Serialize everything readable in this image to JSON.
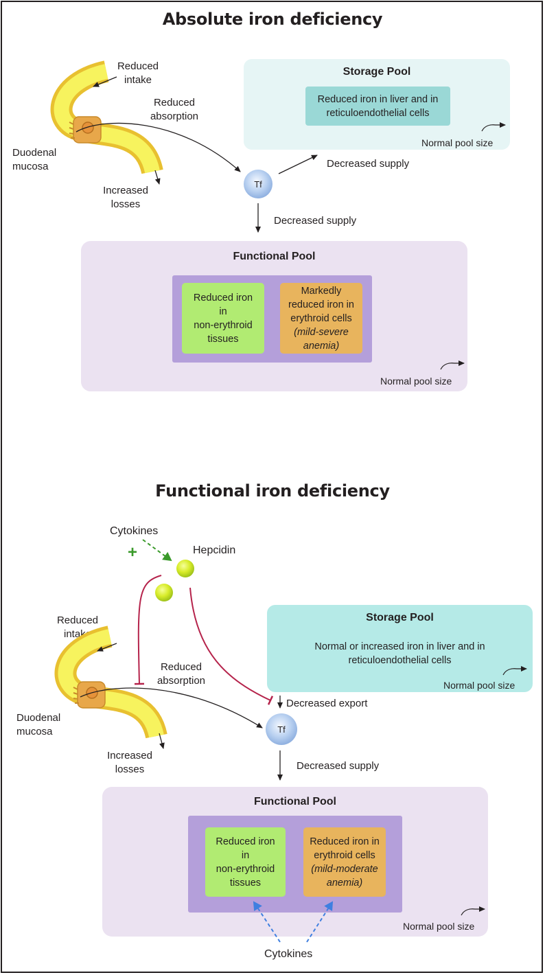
{
  "absolute": {
    "title": "Absolute iron deficiency",
    "reduced_intake": [
      "Reduced",
      "intake"
    ],
    "reduced_absorption": [
      "Reduced",
      "absorption"
    ],
    "duodenal_mucosa": [
      "Duodenal",
      "mucosa"
    ],
    "increased_losses": [
      "Increased",
      "losses"
    ],
    "tf": "Tf",
    "storage_title": "Storage Pool",
    "storage_inner": [
      "Reduced iron in liver and in",
      "reticuloendothelial cells"
    ],
    "storage_normal": "Normal pool size",
    "decreased_supply_storage": "Decreased supply",
    "decreased_supply_functional": "Decreased supply",
    "functional_title": "Functional Pool",
    "green_box": [
      "Reduced iron",
      "in",
      "non-erythroid",
      "tissues"
    ],
    "orange_box": [
      "Markedly",
      "reduced iron in",
      "erythroid cells"
    ],
    "orange_box_italic": [
      "(mild-severe",
      "anemia)"
    ],
    "functional_normal": "Normal pool size"
  },
  "functional": {
    "title": "Functional iron deficiency",
    "cytokines_top": "Cytokines",
    "plus": "+",
    "hepcidin": "Hepcidin",
    "reduced_intake": [
      "Reduced",
      "intake"
    ],
    "reduced_absorption": [
      "Reduced",
      "absorption"
    ],
    "duodenal_mucosa": [
      "Duodenal",
      "mucosa"
    ],
    "increased_losses": [
      "Increased",
      "losses"
    ],
    "tf": "Tf",
    "storage_title": "Storage Pool",
    "storage_text": [
      "Normal or increased iron in liver and in",
      "reticuloendothelial cells"
    ],
    "storage_normal": "Normal pool size",
    "decreased_export": "Decreased export",
    "decreased_supply": "Decreased supply",
    "functional_title": "Functional Pool",
    "green_box": [
      "Reduced iron",
      "in",
      "non-erythroid",
      "tissues"
    ],
    "orange_box": [
      "Reduced iron in",
      "erythroid cells"
    ],
    "orange_box_italic": [
      "(mild-moderate",
      "anemia)"
    ],
    "functional_normal": "Normal pool size",
    "cytokines_bottom": "Cytokines"
  },
  "colors": {
    "storage_light": "#e6f5f5",
    "storage_teal": "#b5eae7",
    "storage_inner": "#9ad8d6",
    "functional_bg": "#ebe2f1",
    "functional_inner": "#b49fda",
    "green": "#b1eb72",
    "orange": "#e8b45d",
    "inhibit_red": "#b5234b",
    "cytokine_green": "#3a9a2a",
    "cytokine_blue": "#3f7fe0"
  }
}
